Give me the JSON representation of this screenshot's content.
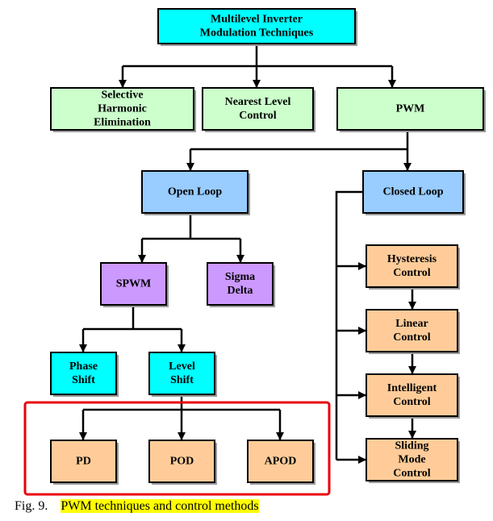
{
  "colors": {
    "cyan": "#00ffff",
    "light_green": "#ccffcc",
    "light_blue": "#99ccff",
    "violet": "#cc99ff",
    "peach": "#ffcc99",
    "highlight_box": "#e8000b",
    "caption_highlight": "#ffff00"
  },
  "nodes": {
    "root": [
      "Multilevel Inverter",
      "Modulation Techniques"
    ],
    "she": [
      "Selective",
      "Harmonic",
      "Elimination"
    ],
    "nlc": [
      "Nearest Level",
      "Control"
    ],
    "pwm": [
      "PWM"
    ],
    "open_loop": [
      "Open Loop"
    ],
    "closed_loop": [
      "Closed Loop"
    ],
    "spwm": [
      "SPWM"
    ],
    "sigma_delta": [
      "Sigma",
      "Delta"
    ],
    "phase_shift": [
      "Phase",
      "Shift"
    ],
    "level_shift": [
      "Level",
      "Shift"
    ],
    "pd": [
      "PD"
    ],
    "pod": [
      "POD"
    ],
    "apod": [
      "APOD"
    ],
    "hysteresis": [
      "Hysteresis",
      "Control"
    ],
    "linear": [
      "Linear",
      "Control"
    ],
    "intelligent": [
      "Intelligent",
      "Control"
    ],
    "sliding": [
      "Sliding",
      "Mode",
      "Control"
    ]
  },
  "caption": {
    "number": "Fig. 9.",
    "title": "PWM techniques and control methods"
  }
}
